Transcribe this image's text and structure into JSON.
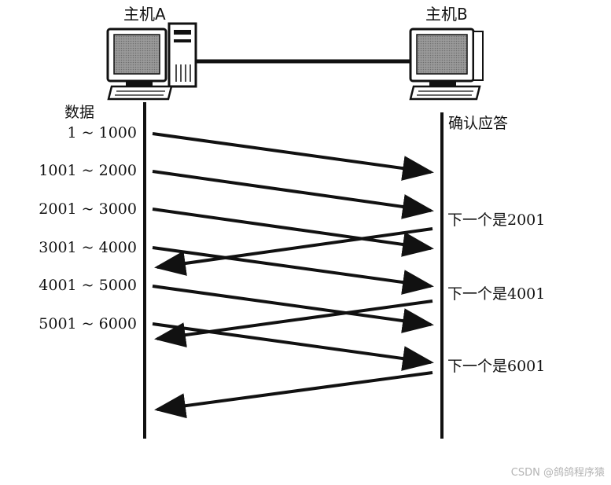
{
  "hosts": {
    "a_label": "主机A",
    "b_label": "主机B"
  },
  "sender": {
    "column_title": "数据",
    "segments": [
      "1 ~ 1000",
      "1001 ~ 2000",
      "2001 ~ 3000",
      "3001 ~ 4000",
      "4001 ~ 5000",
      "5001 ~ 6000"
    ]
  },
  "receiver": {
    "column_title": "确认应答",
    "acks": [
      "下一个是2001",
      "下一个是4001",
      "下一个是6001"
    ]
  },
  "watermark": "CSDN @鸽鸽程序猿",
  "colors": {
    "ink": "#111111",
    "screen": "#8c8c8c",
    "watermark": "#b3b3b3"
  },
  "icons": [
    "desktop-computer-icon",
    "tower-case-icon",
    "monitor-icon"
  ]
}
